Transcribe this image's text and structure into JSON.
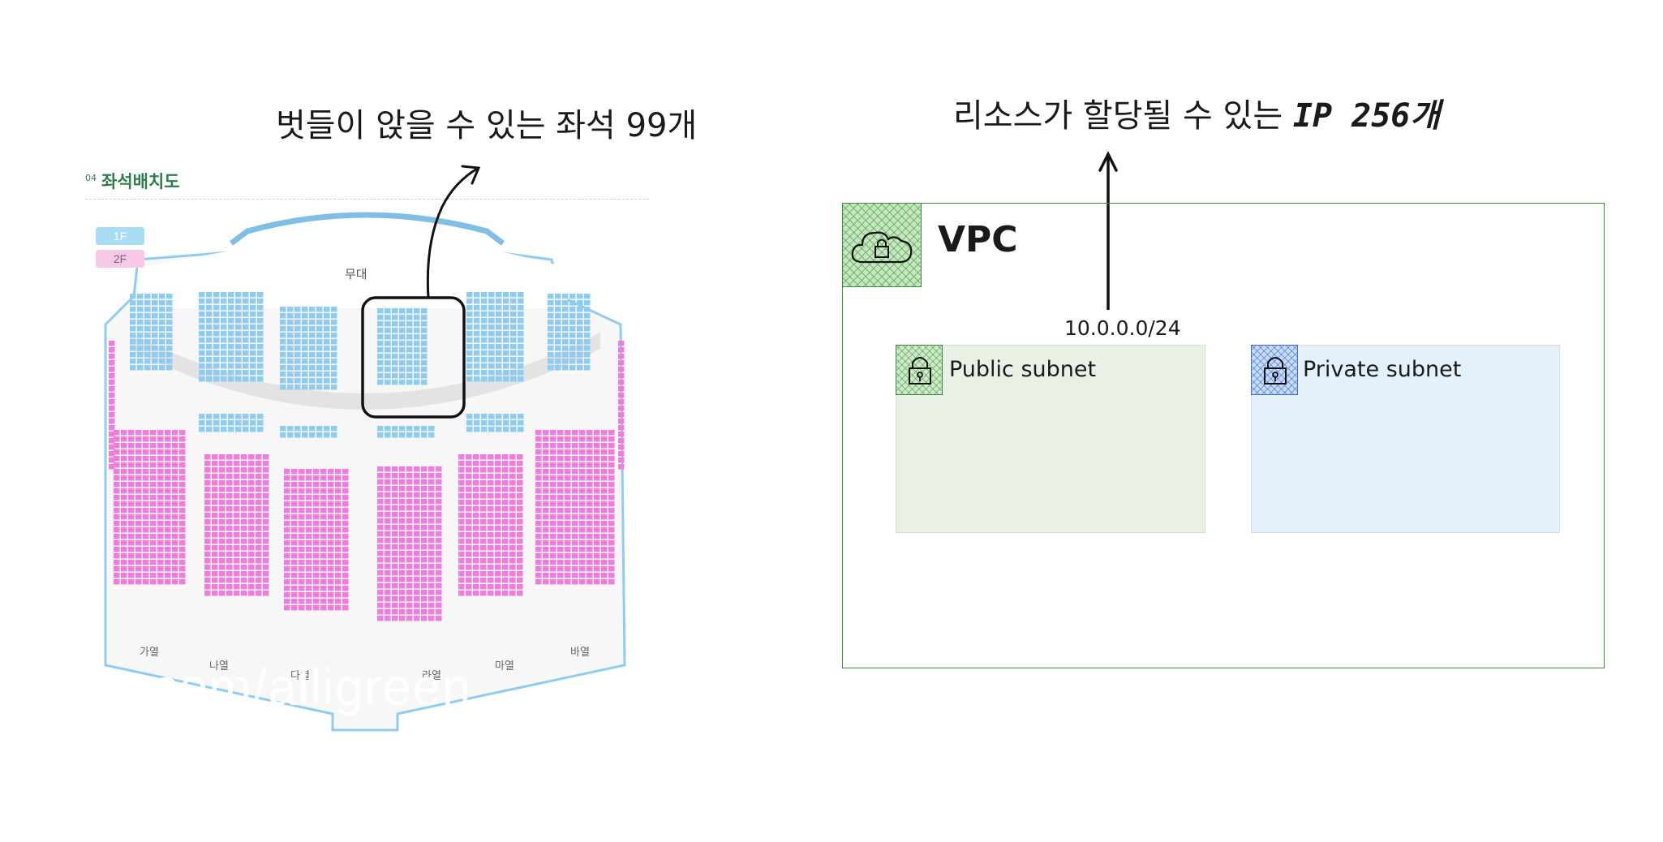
{
  "annotations": {
    "seats_note": "벗들이 앉을 수 있는 좌석 99개",
    "ip_note_prefix": "리소스가 할당될 수 있는",
    "ip_note_suffix": "IP 256개"
  },
  "seating_chart": {
    "heading_number": "04",
    "heading": "좌석배치도",
    "legend": [
      "1F",
      "2F"
    ],
    "stage_label": "무대",
    "row_labels": [
      "가열",
      "나열",
      "다열",
      "라열",
      "마열",
      "바열"
    ],
    "watermark": "r.com/alligreen",
    "colors": {
      "floor1": "#8fcdf0",
      "floor2": "#ee7ddc",
      "aisle": "#e3e3e3",
      "stage": "#7fbfe6"
    }
  },
  "vpc_diagram": {
    "vpc_title": "VPC",
    "cidr": "10.0.0.0/24",
    "public_subnet": "Public subnet",
    "private_subnet": "Private subnet",
    "icons": [
      "cloud-lock-icon",
      "lock-icon",
      "lock-icon"
    ],
    "colors": {
      "vpc_border": "#3f8a3f",
      "public_fill": "#e9f1e7",
      "private_fill": "#e4f1fb",
      "private_border": "#3b6fd0"
    }
  }
}
